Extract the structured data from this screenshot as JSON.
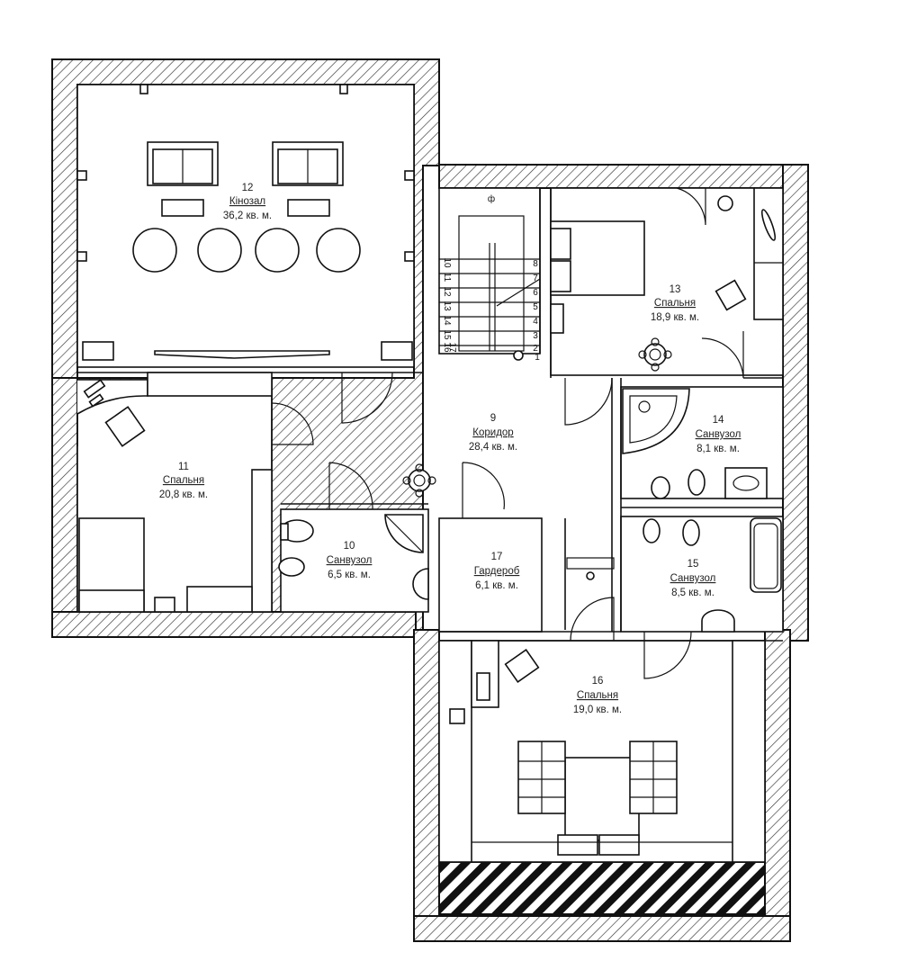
{
  "rooms": [
    {
      "number": "12",
      "name": "Кінозал",
      "area": "36,2 кв. м."
    },
    {
      "number": "13",
      "name": "Спальня",
      "area": "18,9 кв. м."
    },
    {
      "number": "11",
      "name": "Спальня",
      "area": "20,8 кв. м."
    },
    {
      "number": "9",
      "name": "Коридор",
      "area": "28,4 кв. м."
    },
    {
      "number": "14",
      "name": "Санвузол",
      "area": "8,1 кв. м."
    },
    {
      "number": "10",
      "name": "Санвузол",
      "area": "6,5 кв. м."
    },
    {
      "number": "17",
      "name": "Гардероб",
      "area": "6,1 кв. м."
    },
    {
      "number": "15",
      "name": "Санвузол",
      "area": "8,5 кв. м."
    },
    {
      "number": "16",
      "name": "Спальня",
      "area": "19,0 кв. м."
    }
  ],
  "stairs": {
    "right_steps": [
      "8",
      "7",
      "6",
      "5",
      "4",
      "3",
      "2",
      "1"
    ],
    "left_steps": [
      "10",
      "11",
      "12",
      "13",
      "14",
      "15",
      "16",
      "17"
    ]
  },
  "colors": {
    "line": "#111111",
    "background": "#ffffff"
  }
}
